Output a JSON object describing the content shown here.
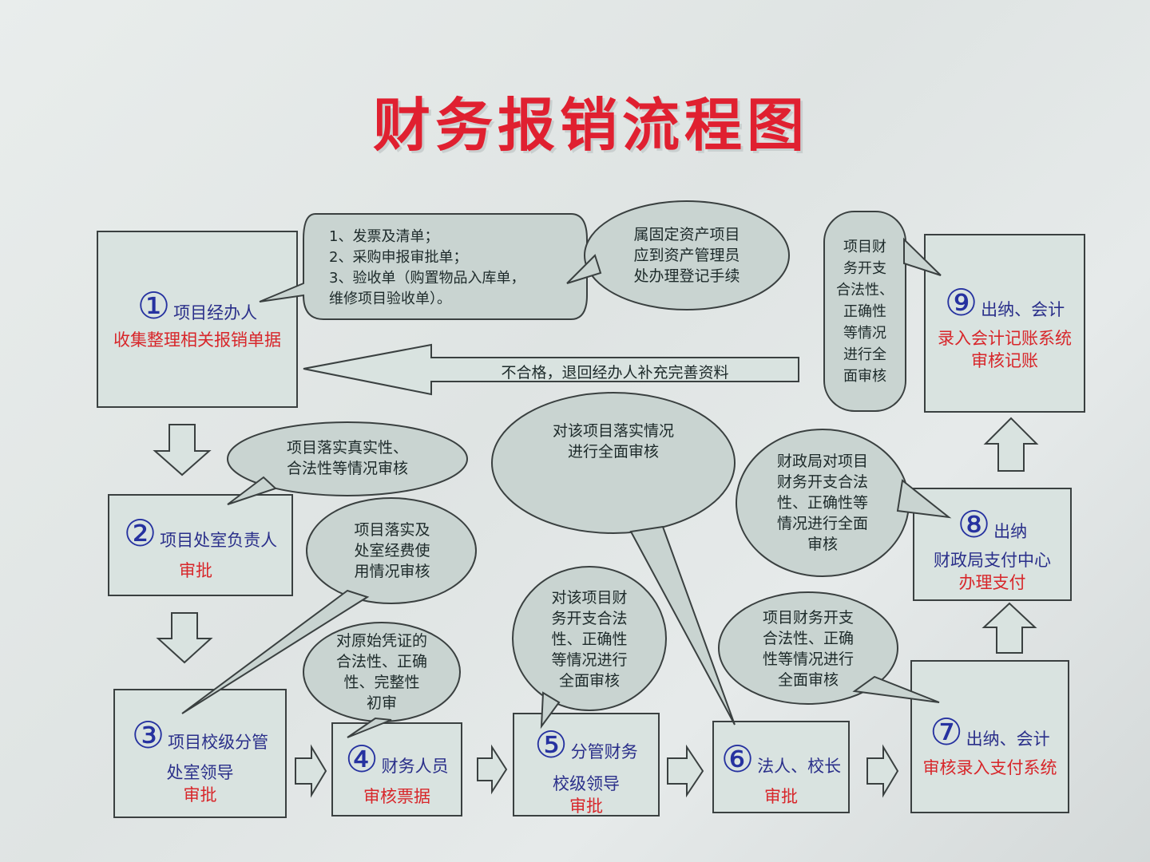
{
  "title": "财务报销流程图",
  "colors": {
    "box_fill": "#d9e3e0",
    "box_stroke": "#3a4040",
    "role_text": "#2a2f8a",
    "action_text": "#d8262a",
    "title": "#e02030"
  },
  "steps": [
    {
      "num": "①",
      "role": "项目经办人",
      "action": "收集整理相关报销单据"
    },
    {
      "num": "②",
      "role": "项目处室负责人",
      "action": "审批"
    },
    {
      "num": "③",
      "role": "项目校级分管",
      "role2": "处室领导",
      "action": "审批"
    },
    {
      "num": "④",
      "role": "财务人员",
      "action": "审核票据"
    },
    {
      "num": "⑤",
      "role": "分管财务",
      "role2": "校级领导",
      "action": "审批"
    },
    {
      "num": "⑥",
      "role": "法人、校长",
      "action": "审批"
    },
    {
      "num": "⑦",
      "role": "出纳、会计",
      "action": "审核录入支付系统"
    },
    {
      "num": "⑧",
      "role": "出纳",
      "role2": "财政局支付中心",
      "action": "办理支付"
    },
    {
      "num": "⑨",
      "role": "出纳、会计",
      "action": "录入会计记账系统",
      "action2": "审核记账"
    }
  ],
  "bubbles": {
    "docs": "1、发票及清单；\n2、采购申报审批单；\n3、验收单（购置物品入库单，\n维修项目验收单）。",
    "assets": "属固定资产项目\n应到资产管理员\n处办理登记手续",
    "step9_check": "项目财\n务开支\n合法性、\n正确性\n等情况\n进行全\n面审核",
    "step2_check": "项目落实真实性、\n合法性等情况审核",
    "step3_check": "项目落实及\n处室经费使\n用情况审核",
    "step4_check": "对原始凭证的\n合法性、正确\n性、完整性\n初审",
    "step6_check": "对该项目落实情况\n进行全面审核",
    "step5_check": "对该项目财\n务开支合法\n性、正确性\n等情况进行\n全面审核",
    "step8_check": "财政局对项目\n财务开支合法\n性、正确性等\n情况进行全面\n审核",
    "step7_check": "项目财务开支\n合法性、正确\n性等情况进行\n全面审核"
  },
  "return_arrow": "不合格，退回经办人补充完善资料"
}
